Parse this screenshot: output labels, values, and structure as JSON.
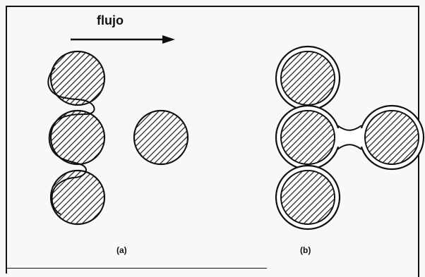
{
  "diagram": {
    "flow_label": "flujo",
    "panel_a_label": "(a)",
    "panel_b_label": "(b)",
    "colors": {
      "ink": "#111111",
      "background": "#f8f8f8",
      "hatch": "#1a1a1a"
    }
  }
}
